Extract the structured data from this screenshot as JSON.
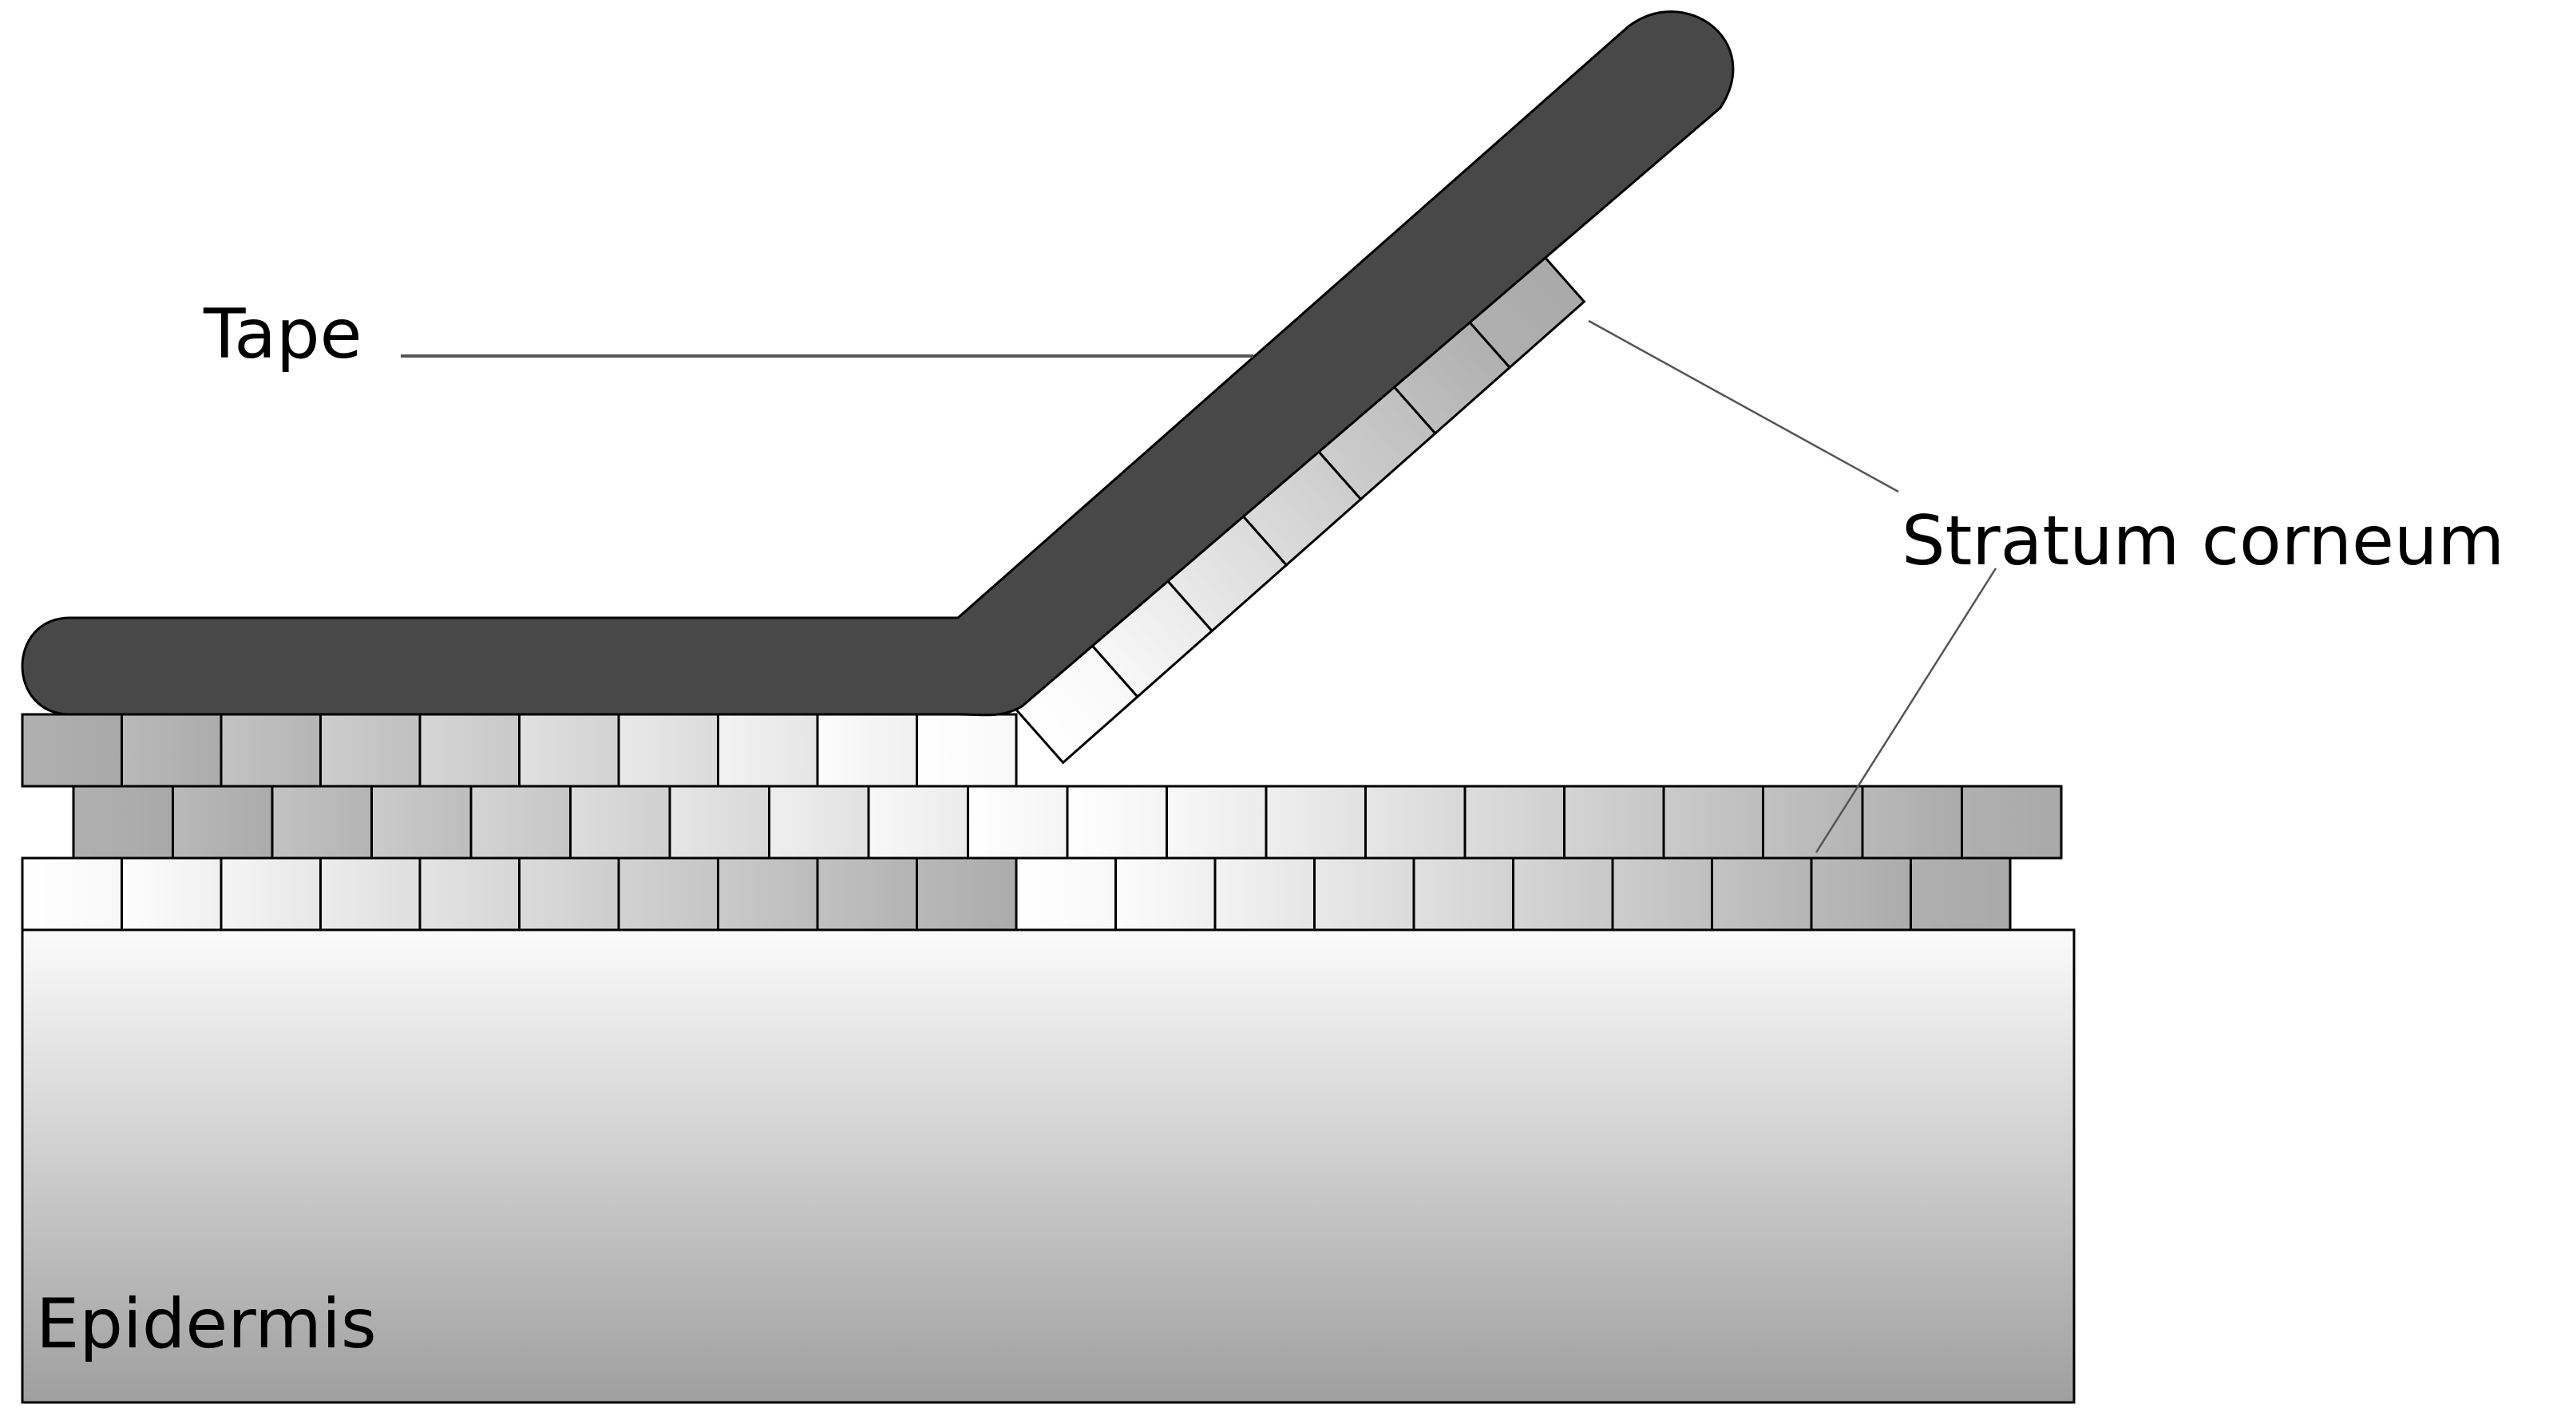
{
  "labels": {
    "tape": "Tape",
    "stratum_corneum": "Stratum corneum",
    "epidermis": "Epidermis"
  },
  "colors": {
    "tape": "#484848",
    "outline": "#000000",
    "cell_light": "#ffffff",
    "cell_dark": "#a9a9a9",
    "epidermis_light": "#fbfbfb",
    "epidermis_dark": "#9f9f9f",
    "leader_line": "#555555"
  },
  "icons": {
    "tape": "tape-strip-shape",
    "cells": "corneocyte-brick-shape",
    "epidermis": "epidermis-block-shape"
  }
}
